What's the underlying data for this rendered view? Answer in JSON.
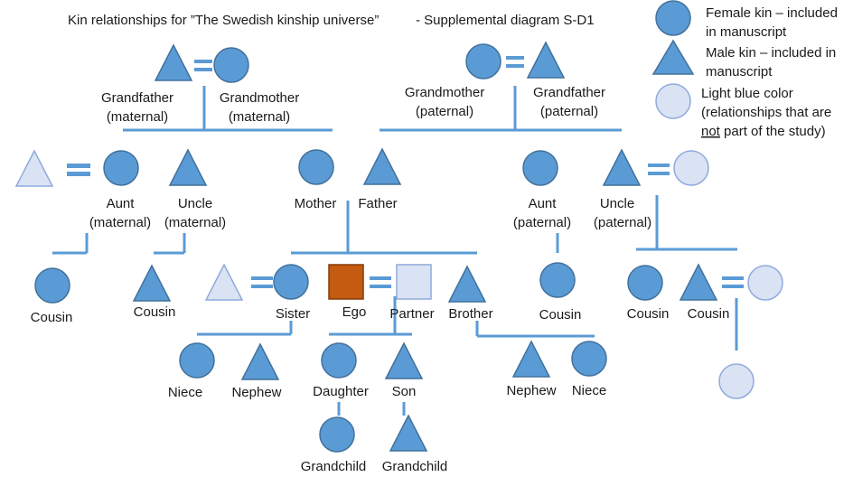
{
  "title": "Kin relationships for ”The Swedish kinship universe”",
  "subtitle": "- Supplemental diagram S-D1",
  "colors": {
    "included_fill": "#5b9bd5",
    "included_stroke": "#41719c",
    "excluded_fill": "#dae3f3",
    "excluded_stroke": "#8faadc",
    "ego_fill": "#c55a11",
    "ego_stroke": "#843c0c",
    "line": "#5b9bd5"
  },
  "legend": {
    "female_line1": "Female kin – included",
    "female_line2": "in manuscript",
    "male_line1": "Male kin – included in",
    "male_line2": "manuscript",
    "light_line1": "Light blue color",
    "light_line2": "(relationships that are",
    "light_not": "not",
    "light_line3_rest": " part of the study)"
  },
  "labels": {
    "grandfather_m": "Grandfather",
    "grandfather_m_sub": "(maternal)",
    "grandmother_m": "Grandmother",
    "grandmother_m_sub": "(maternal)",
    "grandmother_p": "Grandmother",
    "grandmother_p_sub": "(paternal)",
    "grandfather_p": "Grandfather",
    "grandfather_p_sub": "(paternal)",
    "aunt_m": "Aunt",
    "aunt_m_sub": "(maternal)",
    "uncle_m": "Uncle",
    "uncle_m_sub": "(maternal)",
    "mother": "Mother",
    "father": "Father",
    "aunt_p": "Aunt",
    "aunt_p_sub": "(paternal)",
    "uncle_p": "Uncle",
    "uncle_p_sub": "(paternal)",
    "cousin_1": "Cousin",
    "cousin_2": "Cousin",
    "sister": "Sister",
    "ego": "Ego",
    "partner": "Partner",
    "brother": "Brother",
    "cousin_3": "Cousin",
    "cousin_4": "Cousin",
    "cousin_5": "Cousin",
    "niece_1": "Niece",
    "nephew_1": "Nephew",
    "daughter": "Daughter",
    "son": "Son",
    "nephew_2": "Nephew",
    "niece_2": "Niece",
    "grandchild_1": "Grandchild",
    "grandchild_2": "Grandchild"
  }
}
